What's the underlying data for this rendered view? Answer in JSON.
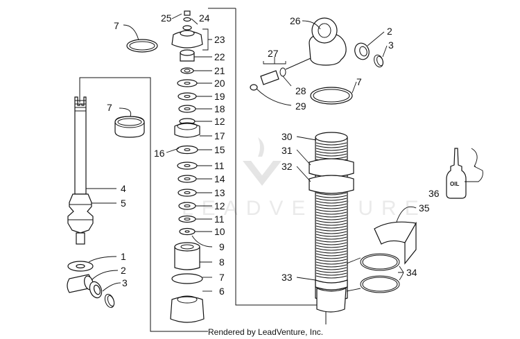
{
  "watermark": "LEADVENTURE",
  "credit": "Rendered by LeadVenture, Inc.",
  "oil_label": "OIL",
  "callouts": [
    {
      "id": "c7a",
      "text": "7"
    },
    {
      "id": "c25",
      "text": "25"
    },
    {
      "id": "c24",
      "text": "24"
    },
    {
      "id": "c23",
      "text": "23"
    },
    {
      "id": "c22",
      "text": "22"
    },
    {
      "id": "c21",
      "text": "21"
    },
    {
      "id": "c20",
      "text": "20"
    },
    {
      "id": "c19",
      "text": "19"
    },
    {
      "id": "c18",
      "text": "18"
    },
    {
      "id": "c12a",
      "text": "12"
    },
    {
      "id": "c7b",
      "text": "7"
    },
    {
      "id": "c17",
      "text": "17"
    },
    {
      "id": "c16",
      "text": "16"
    },
    {
      "id": "c15",
      "text": "15"
    },
    {
      "id": "c11a",
      "text": "11"
    },
    {
      "id": "c14",
      "text": "14"
    },
    {
      "id": "c13",
      "text": "13"
    },
    {
      "id": "c12b",
      "text": "12"
    },
    {
      "id": "c11b",
      "text": "11"
    },
    {
      "id": "c10",
      "text": "10"
    },
    {
      "id": "c9",
      "text": "9"
    },
    {
      "id": "c8",
      "text": "8"
    },
    {
      "id": "c7c",
      "text": "7"
    },
    {
      "id": "c6",
      "text": "6"
    },
    {
      "id": "c4",
      "text": "4"
    },
    {
      "id": "c5",
      "text": "5"
    },
    {
      "id": "c1",
      "text": "1"
    },
    {
      "id": "c2a",
      "text": "2"
    },
    {
      "id": "c3a",
      "text": "3"
    },
    {
      "id": "c26",
      "text": "26"
    },
    {
      "id": "c2b",
      "text": "2"
    },
    {
      "id": "c3b",
      "text": "3"
    },
    {
      "id": "c27",
      "text": "27"
    },
    {
      "id": "c28",
      "text": "28"
    },
    {
      "id": "c7d",
      "text": "7"
    },
    {
      "id": "c29",
      "text": "29"
    },
    {
      "id": "c30",
      "text": "30"
    },
    {
      "id": "c31",
      "text": "31"
    },
    {
      "id": "c32",
      "text": "32"
    },
    {
      "id": "c36",
      "text": "36"
    },
    {
      "id": "c35",
      "text": "35"
    },
    {
      "id": "c33",
      "text": "33"
    },
    {
      "id": "c34",
      "text": "34"
    }
  ]
}
